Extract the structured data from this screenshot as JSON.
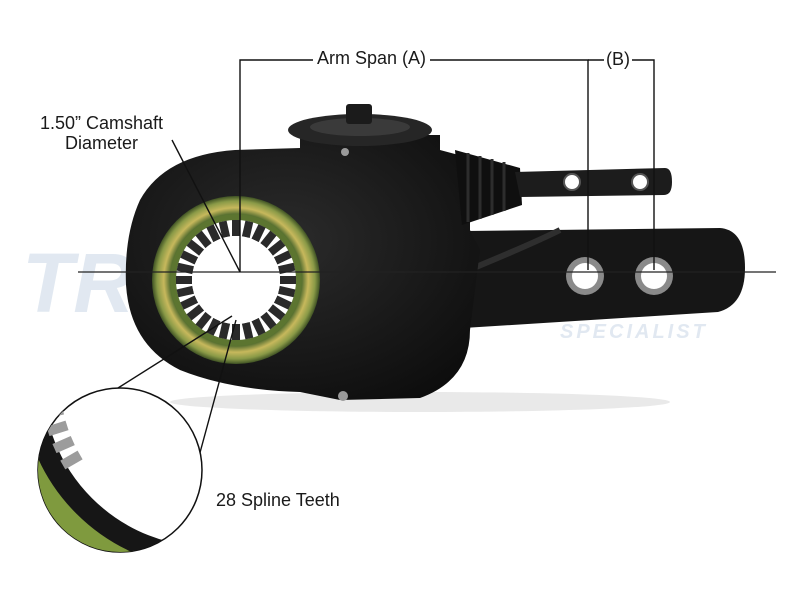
{
  "labels": {
    "arm_span": "Arm Span (A)",
    "b": "(B)",
    "camshaft_line1": "1.50” Camshaft",
    "camshaft_line2": "Diameter",
    "spline": "28 Spline Teeth"
  },
  "watermark": {
    "line1": "TRUCK",
    "line2": "SPECIALIST",
    "color": "#c9d7e6"
  },
  "colors": {
    "body": "#141414",
    "bushing_gold": "#b9a94f",
    "bushing_green": "#5f7a3a",
    "leader": "#111111",
    "axis": "#222222"
  },
  "icons": [
    "slack-adjuster-photo",
    "spline-closeup"
  ]
}
